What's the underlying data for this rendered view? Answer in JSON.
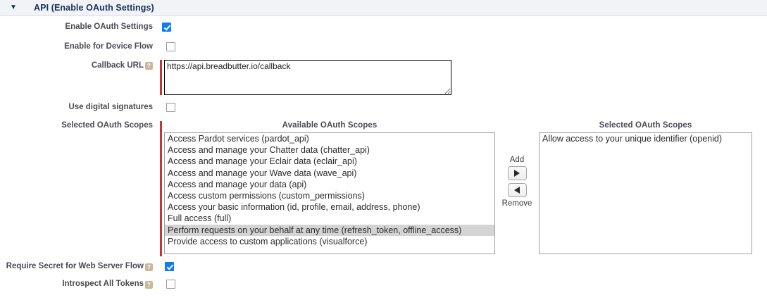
{
  "section": {
    "title": "API (Enable OAuth Settings)",
    "collapse_icon": "triangle-down"
  },
  "fields": {
    "enable_oauth": {
      "label": "Enable OAuth Settings",
      "checked": true
    },
    "device_flow": {
      "label": "Enable for Device Flow",
      "checked": false
    },
    "callback_url": {
      "label": "Callback URL",
      "value": "https://api.breadbutter.io/callback",
      "help_glyph": "?",
      "required": true
    },
    "digital_signatures": {
      "label": "Use digital signatures",
      "checked": false
    },
    "selected_scopes_label": "Selected OAuth Scopes",
    "require_secret": {
      "label": "Require Secret for Web Server Flow",
      "help_glyph": "?",
      "checked": true
    },
    "introspect_tokens": {
      "label": "Introspect All Tokens",
      "help_glyph": "?",
      "checked": false
    }
  },
  "scope_picker": {
    "available_title": "Available OAuth Scopes",
    "selected_title": "Selected OAuth Scopes",
    "add_label": "Add",
    "remove_label": "Remove",
    "add_icon": "arrow-right-icon",
    "remove_icon": "arrow-left-icon",
    "available": [
      {
        "label": "Access Pardot services (pardot_api)",
        "selected": false
      },
      {
        "label": "Access and manage your Chatter data (chatter_api)",
        "selected": false
      },
      {
        "label": "Access and manage your Eclair data (eclair_api)",
        "selected": false
      },
      {
        "label": "Access and manage your Wave data (wave_api)",
        "selected": false
      },
      {
        "label": "Access and manage your data (api)",
        "selected": false
      },
      {
        "label": "Access custom permissions (custom_permissions)",
        "selected": false
      },
      {
        "label": "Access your basic information (id, profile, email, address, phone)",
        "selected": false
      },
      {
        "label": "Full access (full)",
        "selected": false
      },
      {
        "label": "Perform requests on your behalf at any time (refresh_token, offline_access)",
        "selected": true
      },
      {
        "label": "Provide access to custom applications (visualforce)",
        "selected": false
      }
    ],
    "selected": [
      {
        "label": "Allow access to your unique identifier (openid)",
        "selected": false
      }
    ]
  },
  "colors": {
    "accent_checkbox": "#0d7cf2",
    "required_bar": "#c23934",
    "header_bg": "#f2f3f7",
    "header_text": "#16325c",
    "label_text": "#4a4a56",
    "option_selected_bg": "#d4d4d4"
  }
}
